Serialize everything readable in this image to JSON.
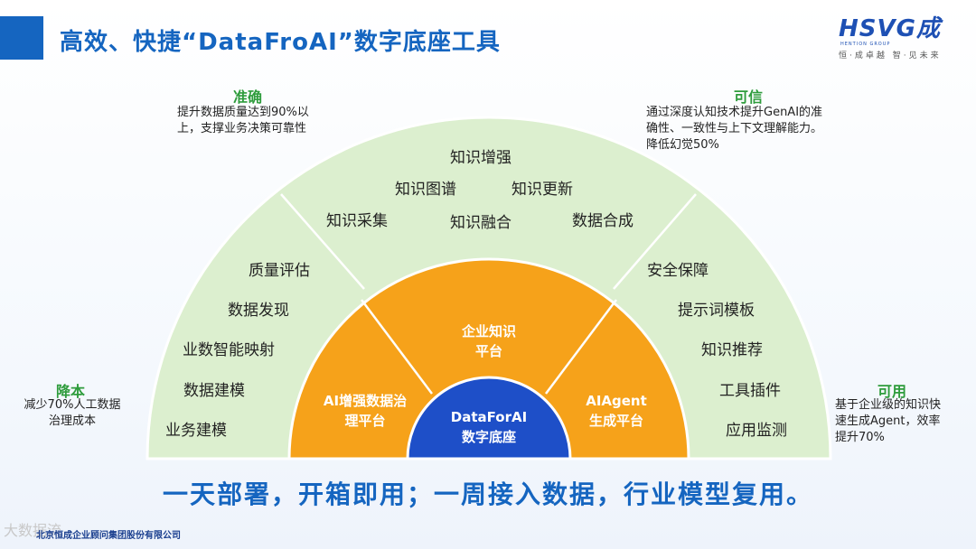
{
  "header": {
    "title": "高效、快捷“DataFroAI”数字底座工具",
    "logo_text": "HSVG成",
    "logo_sub": "HENTION GROUP",
    "logo_motto": "恒·成卓越 智·见未来"
  },
  "colors": {
    "accent": "#1565c0",
    "outer": "#dcefcf",
    "middle": "#f6a21a",
    "core": "#1e4fc8",
    "heading_green": "#2e9c3c"
  },
  "outer_ring": {
    "top": [
      "知识增强",
      "知识图谱",
      "知识更新",
      "知识采集",
      "知识融合",
      "数据合成"
    ],
    "left": [
      "质量评估",
      "数据发现",
      "业数智能映射",
      "数据建模",
      "业务建模"
    ],
    "right": [
      "安全保障",
      "提示词模板",
      "知识推荐",
      "工具插件",
      "应用监测"
    ]
  },
  "middle_ring": {
    "left": "AI增强数据治理平台",
    "center": "企业知识平台",
    "right": "AIAgent生成平台",
    "left_l1": "AI增强数据治",
    "left_l2": "理平台",
    "center_l1": "企业知识",
    "center_l2": "平台",
    "right_l1": "AIAgent",
    "right_l2": "生成平台"
  },
  "core": {
    "line1": "DataForAI",
    "line2": "数字底座"
  },
  "sides": {
    "accurate": {
      "heading": "准确",
      "text_l1": "提升数据质量达到90%以",
      "text_l2": "上，支撑业务决策可靠性"
    },
    "trusted": {
      "heading": "可信",
      "text_l1": "通过深度认知技术提升GenAI的准",
      "text_l2": "确性、一致性与上下文理解能力。",
      "text_l3": "降低幻觉50%"
    },
    "cost": {
      "heading": "降本",
      "text_l1": "减少70%人工数据",
      "text_l2": "治理成本"
    },
    "usable": {
      "heading": "可用",
      "text_l1": "基于企业级的知识快",
      "text_l2": "速生成Agent，效率",
      "text_l3": "提升70%"
    }
  },
  "slogan": "一天部署，开箱即用；一周接入数据，行业模型复用。",
  "footer": "北京恒成企业顾问集团股份有限公司",
  "watermark": "大数据流"
}
